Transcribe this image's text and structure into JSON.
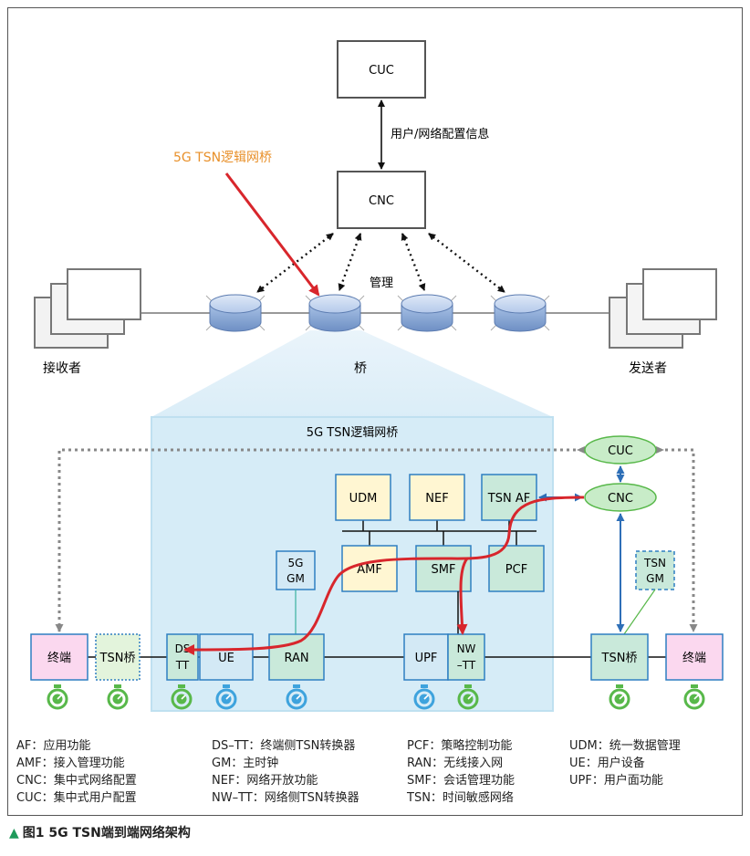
{
  "top": {
    "cuc_label": "CUC",
    "cnc_label": "CNC",
    "config_info": "用户/网络配置信息",
    "logical_bridge_label": "5G TSN逻辑网桥",
    "mgmt_label": "管理",
    "receiver_label": "接收者",
    "bridge_label": "桥",
    "sender_label": "发送者"
  },
  "bottom": {
    "title": "5G TSN逻辑网桥",
    "nodes": {
      "cuc": "CUC",
      "cnc": "CNC",
      "udm": "UDM",
      "nef": "NEF",
      "tsn_af": "TSN AF",
      "amf": "AMF",
      "smf": "SMF",
      "pcf": "PCF",
      "gm_5g_1": "5G",
      "gm_5g_2": "GM",
      "tsn_gm_1": "TSN",
      "tsn_gm_2": "GM",
      "terminal_left": "终端",
      "tsn_bridge_left": "TSN桥",
      "dstt_1": "DS",
      "dstt_2": "TT",
      "ue": "UE",
      "ran": "RAN",
      "upf": "UPF",
      "nwtt_1": "NW",
      "nwtt_2": "–TT",
      "tsn_bridge_right": "TSN桥",
      "terminal_right": "终端"
    }
  },
  "legend": {
    "col1": [
      "AF：应用功能",
      "AMF：接入管理功能",
      "CNC：集中式网络配置",
      "CUC：集中式用户配置"
    ],
    "col2": [
      "DS–TT：终端侧TSN转换器",
      "GM：主时钟",
      "NEF：网络开放功能",
      "NW–TT：网络侧TSN转换器"
    ],
    "col3": [
      "PCF：策略控制功能",
      "RAN：无线接入网",
      "SMF：会话管理功能",
      "TSN：时间敏感网络"
    ],
    "col4": [
      "UDM：统一数据管理",
      "UE：用户设备",
      "UPF：用户面功能"
    ]
  },
  "caption": {
    "triangle": "▲",
    "text": "图1 5G TSN端到端网络架构"
  },
  "colors": {
    "red_arrow": "#d8262c",
    "orange_label": "#e8902a",
    "blue_arrow": "#2e6fb7",
    "green_node": "#c8ecc8",
    "light_blue_node": "#d3e9f5",
    "pink_node": "#fbd8ef",
    "yellow_node": "#fff6d2",
    "teal_node": "#c9e9da",
    "clock_green": "#58b84a",
    "clock_blue": "#3ea3dd"
  }
}
